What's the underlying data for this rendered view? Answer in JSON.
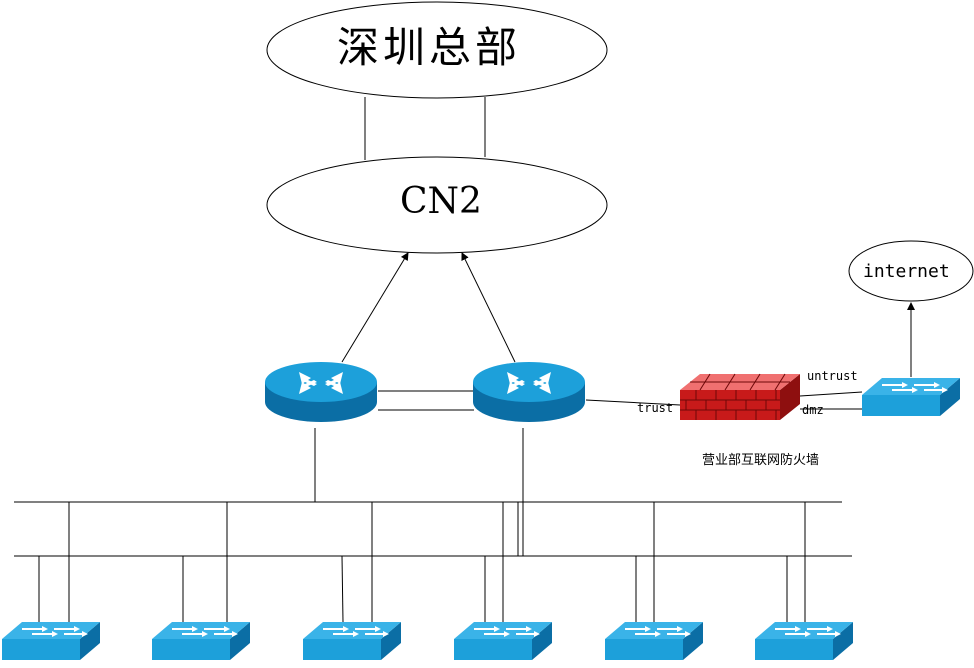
{
  "nodes": {
    "headquarters": {
      "label": "深圳总部"
    },
    "cn2": {
      "label": "CN2"
    },
    "internet": {
      "label": "internet"
    },
    "firewall": {
      "label": "营业部互联网防火墙"
    }
  },
  "ports": {
    "trust": "trust",
    "untrust": "untrust",
    "dmz": "dmz"
  },
  "colors": {
    "device_blue": "#1da0da",
    "firewall_red": "#d72020",
    "line": "#000000"
  },
  "icons": {
    "router": "router-icon",
    "switch": "switch-icon",
    "firewall": "firewall-icon"
  }
}
